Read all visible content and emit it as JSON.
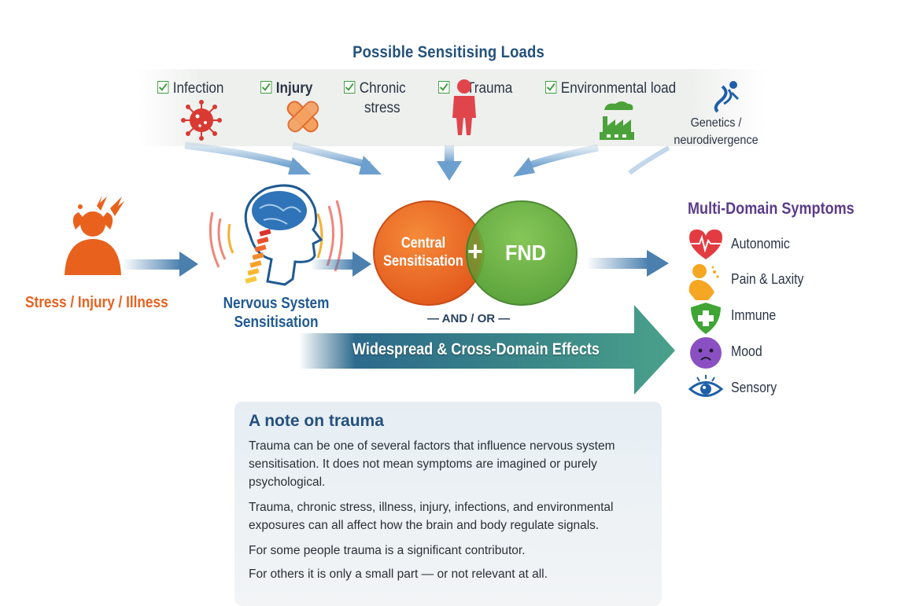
{
  "loads": {
    "title": "Possible Sensitising Loads",
    "items": [
      {
        "label": "Infection",
        "icon": "virus-icon",
        "checked": true
      },
      {
        "label": "Injury",
        "icon": "bandage-icon",
        "checked": true
      },
      {
        "label": "Chronic",
        "label2": "stress",
        "checked": true
      },
      {
        "label": "Trauma",
        "icon": "person-icon",
        "checked": true
      },
      {
        "label": "Environmental load",
        "icon": "factory-icon",
        "checked": true
      },
      {
        "label": "Genetics /",
        "label2": "neurodivergence",
        "icon": "dna-runner-icon",
        "checked": false
      }
    ]
  },
  "flow": {
    "origin_label": "Stress / Injury / Illness",
    "ns_label_line1": "Nervous System",
    "ns_label_line2": "Sensitisation",
    "venn_left_line1": "Central",
    "venn_left_line2": "Sensitisation",
    "venn_plus": "+",
    "venn_right": "FND",
    "andor": "— AND / OR —",
    "wide_arrow_label": "Widespread & Cross-Domain Effects"
  },
  "symptoms": {
    "title": "Multi-Domain Symptoms",
    "items": [
      {
        "label": "Autonomic",
        "icon": "heart-pulse-icon",
        "color": "#e23b42"
      },
      {
        "label": "Pain & Laxity",
        "icon": "joint-pain-icon",
        "color": "#f5a623"
      },
      {
        "label": "Immune",
        "icon": "shield-plus-icon",
        "color": "#3fa535"
      },
      {
        "label": "Mood",
        "icon": "sad-face-icon",
        "color": "#8a4fc2"
      },
      {
        "label": "Sensory",
        "icon": "eye-icon",
        "color": "#1f5fa8"
      }
    ]
  },
  "note": {
    "title": "A note on trauma",
    "p1": "Trauma can be one of several factors that influence nervous system sensitisation. It does not mean symptoms are imagined or purely psychological.",
    "p2": "Trauma, chronic stress, illness, injury, infections, and environmental exposures can all affect how the brain and body regulate signals.",
    "p3": "For some people trauma is a significant contributor.",
    "p4": "For others it is only a small part — or not relevant at all."
  },
  "colors": {
    "orange": "#e8621e",
    "green": "#5aa832",
    "blue": "#4a7fae",
    "teal": "#3d8f86",
    "purple": "#5b3b8c"
  }
}
